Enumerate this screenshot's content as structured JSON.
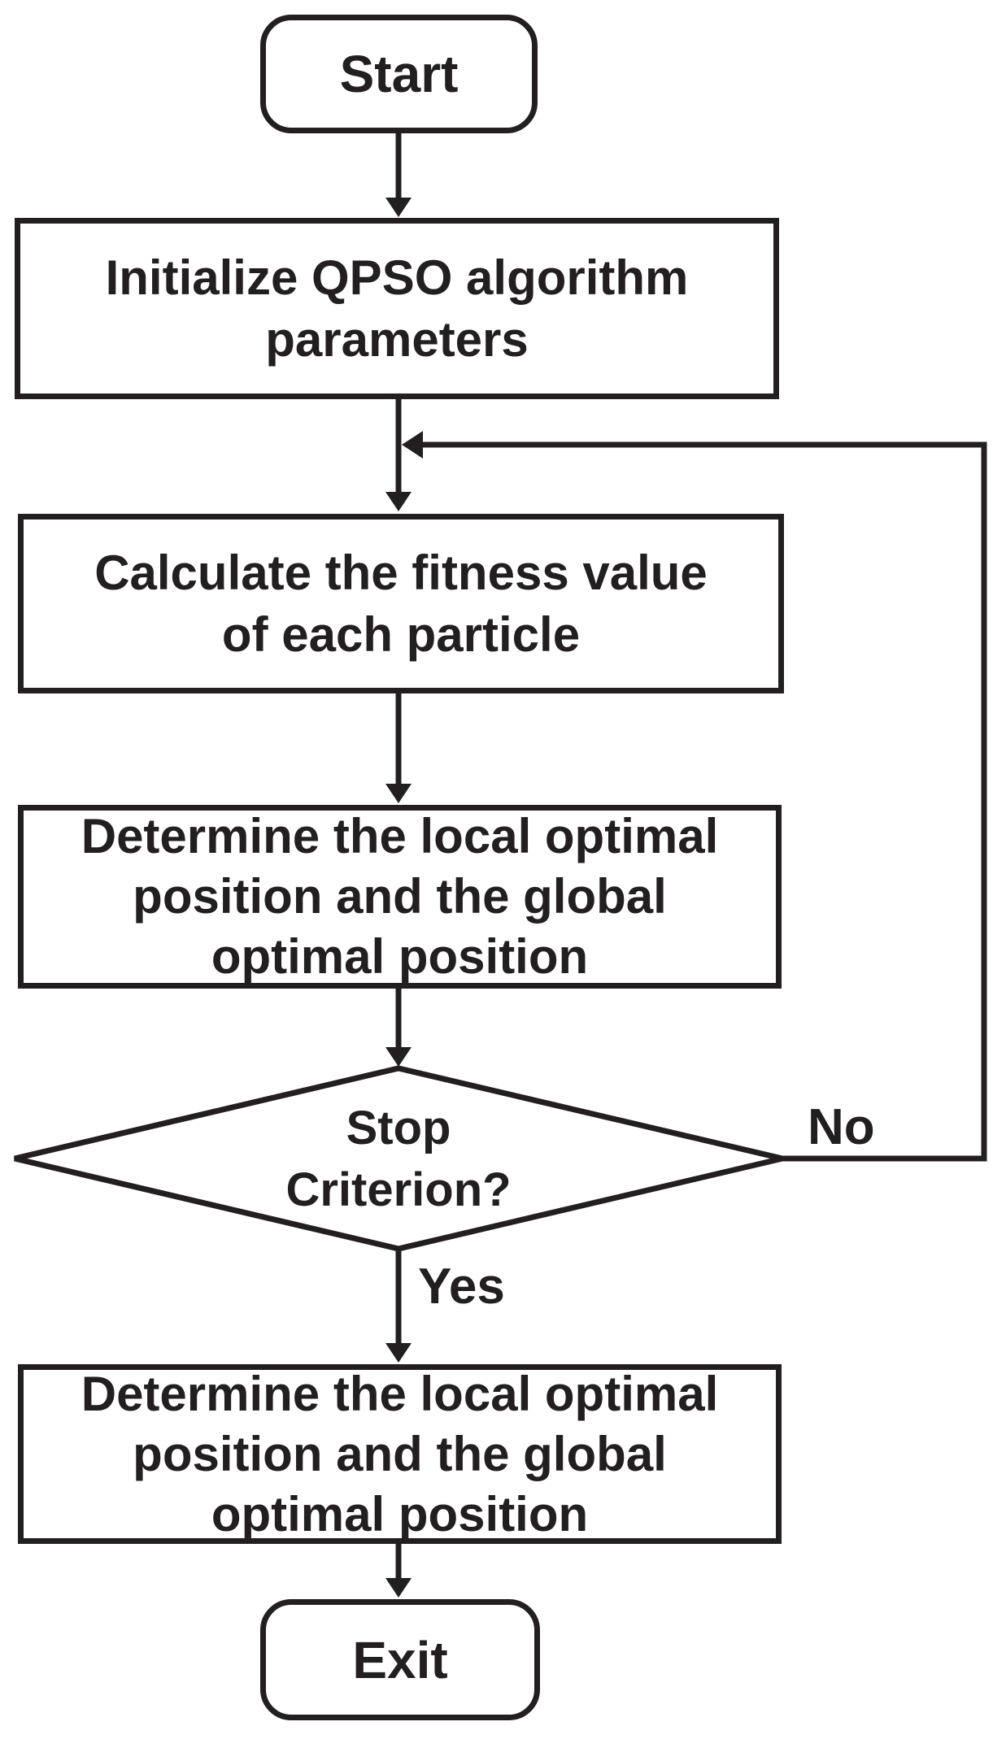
{
  "figure": {
    "background": "#ffffff",
    "ink": "#231f20"
  },
  "nodes": {
    "start": {
      "type": "terminator",
      "label": "Start"
    },
    "initialize": {
      "type": "process",
      "lines": [
        "Initialize QPSO algorithm",
        "parameters"
      ]
    },
    "calculate": {
      "type": "process",
      "lines": [
        "Calculate the fitness value",
        "of each particle"
      ]
    },
    "determine_loop": {
      "type": "process",
      "lines": [
        "Determine the local optimal",
        "position and the global",
        "optimal position"
      ]
    },
    "decision": {
      "type": "decision",
      "lines": [
        "Stop",
        "Criterion?"
      ]
    },
    "determine_final": {
      "type": "process",
      "lines": [
        "Determine the local optimal",
        "position and the global",
        "optimal position"
      ]
    },
    "exit": {
      "type": "terminator",
      "label": "Exit"
    }
  },
  "edges": {
    "yes_label": "Yes",
    "no_label": "No"
  }
}
